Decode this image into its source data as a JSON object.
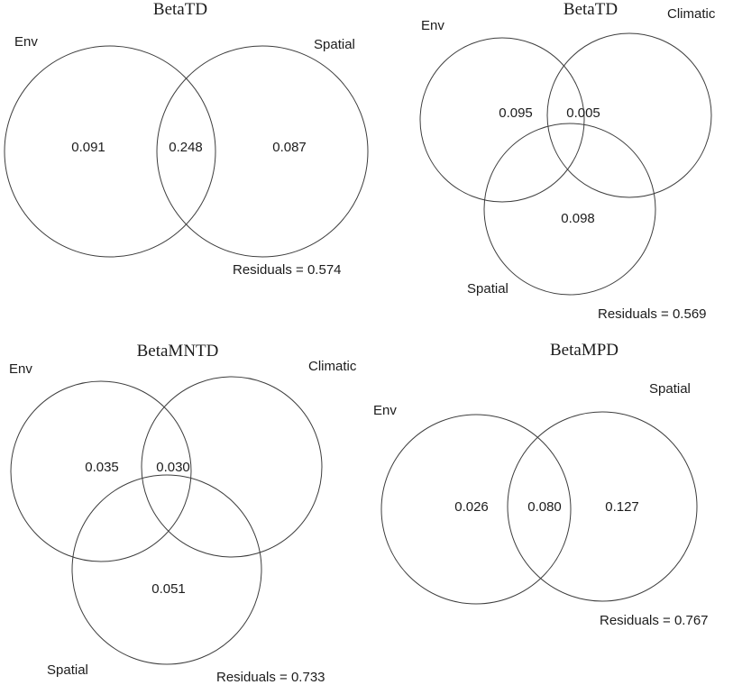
{
  "figure": {
    "panels": [
      {
        "title": "BetaTD",
        "type": "two-circle",
        "labels": {
          "left": "Env",
          "right": "Spatial"
        },
        "values": {
          "left": "0.091",
          "overlap": "0.248",
          "right": "0.087"
        },
        "residuals": "Residuals = 0.574"
      },
      {
        "title": "BetaTD",
        "type": "three-circle",
        "labels": {
          "top_left": "Env",
          "top_right": "Climatic",
          "bottom": "Spatial"
        },
        "values": {
          "top_left": "0.095",
          "top_overlap": "0.005",
          "bottom": "0.098"
        },
        "residuals": "Residuals = 0.569"
      },
      {
        "title": "BetaMNTD",
        "type": "three-circle",
        "labels": {
          "top_left": "Env",
          "top_right": "Climatic",
          "bottom": "Spatial"
        },
        "values": {
          "top_left": "0.035",
          "top_overlap": "0.030",
          "bottom": "0.051"
        },
        "residuals": "Residuals = 0.733"
      },
      {
        "title": "BetaMPD",
        "type": "two-circle",
        "labels": {
          "left": "Env",
          "right": "Spatial"
        },
        "values": {
          "left": "0.026",
          "overlap": "0.080",
          "right": "0.127"
        },
        "residuals": "Residuals = 0.767"
      }
    ]
  }
}
